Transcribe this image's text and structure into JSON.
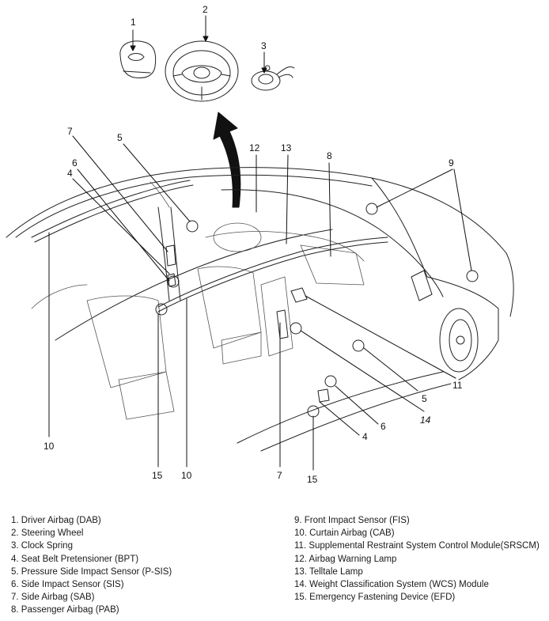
{
  "callouts": [
    {
      "id": "c1",
      "text": "1"
    },
    {
      "id": "c2",
      "text": "2"
    },
    {
      "id": "c3",
      "text": "3"
    },
    {
      "id": "c7a",
      "text": "7"
    },
    {
      "id": "c6a",
      "text": "6"
    },
    {
      "id": "c4a",
      "text": "4"
    },
    {
      "id": "c5a",
      "text": "5"
    },
    {
      "id": "c12",
      "text": "12"
    },
    {
      "id": "c13",
      "text": "13"
    },
    {
      "id": "c8",
      "text": "8"
    },
    {
      "id": "c9",
      "text": "9"
    },
    {
      "id": "c11",
      "text": "11"
    },
    {
      "id": "c5b",
      "text": "5"
    },
    {
      "id": "c14",
      "text": "14"
    },
    {
      "id": "c6b",
      "text": "6"
    },
    {
      "id": "c4b",
      "text": "4"
    },
    {
      "id": "c10a",
      "text": "10"
    },
    {
      "id": "c15a",
      "text": "15"
    },
    {
      "id": "c10b",
      "text": "10"
    },
    {
      "id": "c7b",
      "text": "7"
    },
    {
      "id": "c15b",
      "text": "15"
    }
  ],
  "legend": {
    "left": [
      "1. Driver Airbag (DAB)",
      "2. Steering Wheel",
      "3. Clock Spring",
      "4. Seat Belt Pretensioner (BPT)",
      "5. Pressure Side Impact Sensor (P-SIS)",
      "6. Side Impact Sensor (SIS)",
      "7. Side Airbag (SAB)",
      "8. Passenger Airbag (PAB)"
    ],
    "right": [
      "9. Front Impact Sensor (FIS)",
      "10. Curtain Airbag (CAB)",
      "11. Supplemental Restraint System Control Module(SRSCM)",
      "12. Airbag Warning Lamp",
      "13. Telltale Lamp",
      "14. Weight Classification System (WCS) Module",
      "15. Emergency Fastening Device (EFD)"
    ]
  }
}
